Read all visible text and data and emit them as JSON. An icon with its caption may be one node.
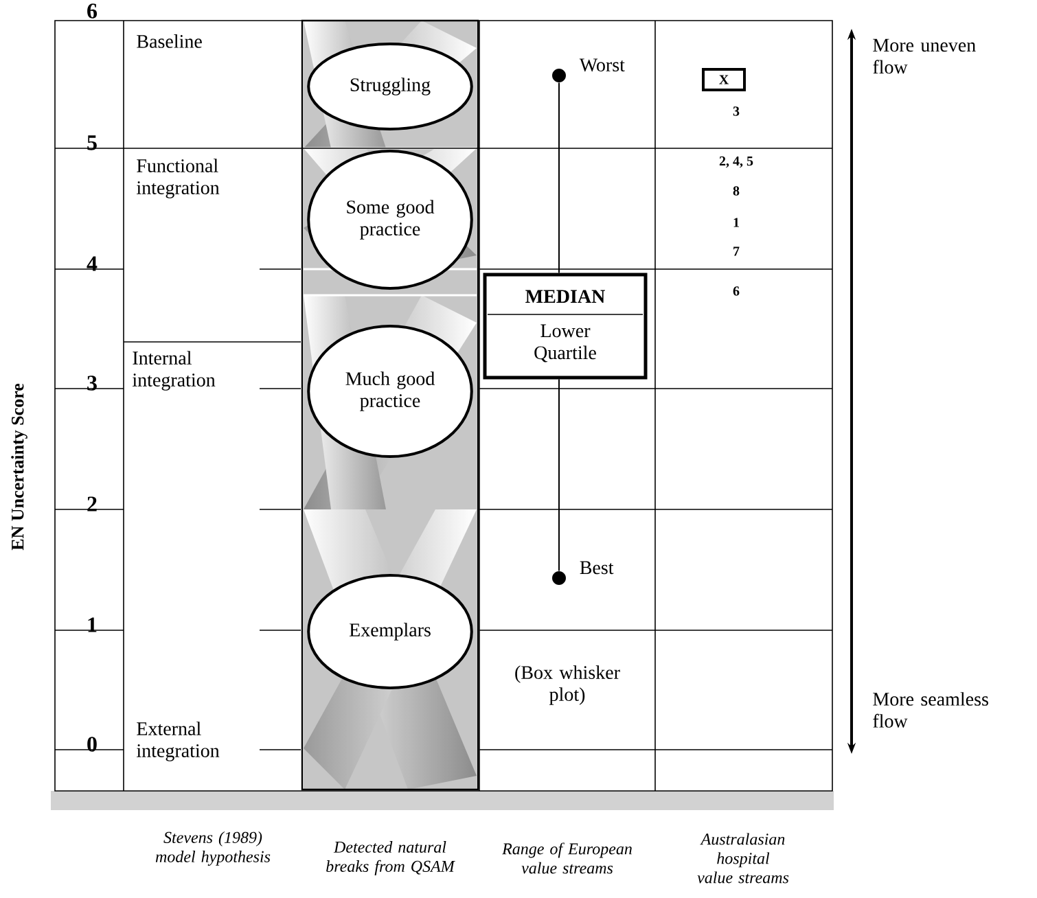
{
  "diagram": {
    "nodes": [
      {
        "text": [
          "Struggling"
        ]
      },
      {
        "text": [],
        "shape": "circle",
        "beside": [
          "Worst"
        ]
      },
      {
        "text": [
          "X"
        ]
      },
      {
        "text": [
          "Some good practice"
        ]
      },
      {
        "text": [
          "MEDIAN",
          "Lower Quartile"
        ]
      },
      {
        "text": [
          "Much good practice"
        ]
      },
      {
        "text": [],
        "shape": "circle",
        "beside": [
          "Best"
        ]
      },
      {
        "text": [
          "Exemplars"
        ]
      }
    ],
    "edges": [
      {
        "from": 1,
        "to": 4,
        "arrow": "none"
      },
      {
        "from": 4,
        "to": 6,
        "arrow": "none"
      }
    ],
    "labels": [
      "6",
      "5",
      "4",
      "3",
      "2",
      "1",
      "0",
      "EN Uncertainty Score",
      "Baseline",
      "Functional integration",
      "Internal integration",
      "External integration",
      "3",
      "2, 4, 5",
      "8",
      "1",
      "7",
      "6",
      "(Box whisker plot)",
      "More uneven flow",
      "More seamless flow",
      "Stevens (1989) model hypothesis",
      "Detected natural breaks from QSAM",
      "Range of European value streams",
      "Australasian hospital value streams"
    ]
  }
}
